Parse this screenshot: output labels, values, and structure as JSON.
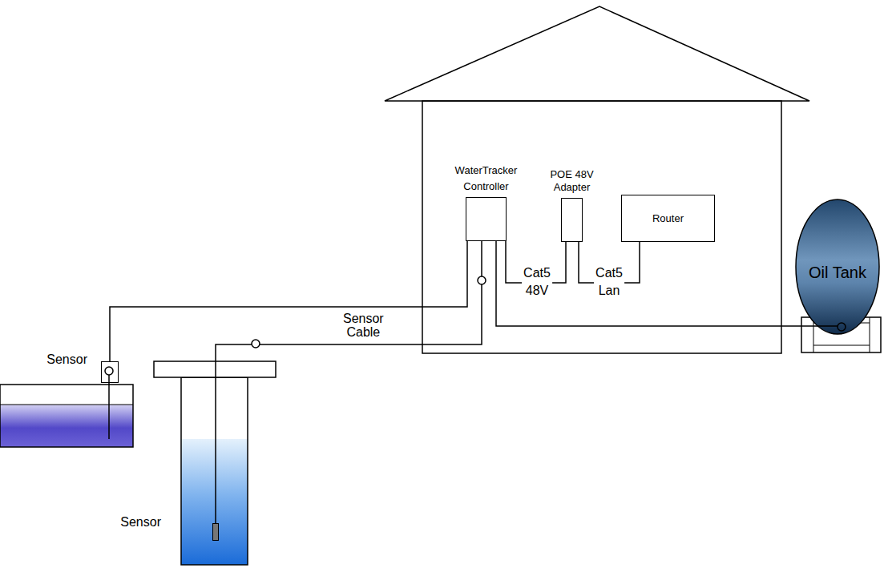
{
  "diagram": {
    "nodes": [
      {
        "text": [
          "WaterTracker Controller"
        ]
      },
      {
        "text": [
          "POE 48V Adapter"
        ]
      },
      {
        "text": [
          "Router"
        ]
      },
      {
        "text": [
          "Oil Tank"
        ]
      },
      {
        "text": [
          "Sensor"
        ]
      },
      {
        "text": [
          "Sensor"
        ]
      }
    ],
    "edges": [
      {
        "from": 0,
        "to": 1,
        "arrow": "none",
        "label": "Cat5 48V"
      },
      {
        "from": 1,
        "to": 2,
        "arrow": "none",
        "label": "Cat5 Lan"
      },
      {
        "from": 0,
        "to": 4,
        "arrow": "none"
      },
      {
        "from": 0,
        "to": 5,
        "arrow": "none"
      },
      {
        "from": 0,
        "to": 3,
        "arrow": "none"
      }
    ],
    "labels": [
      "Sensor Cable"
    ]
  }
}
